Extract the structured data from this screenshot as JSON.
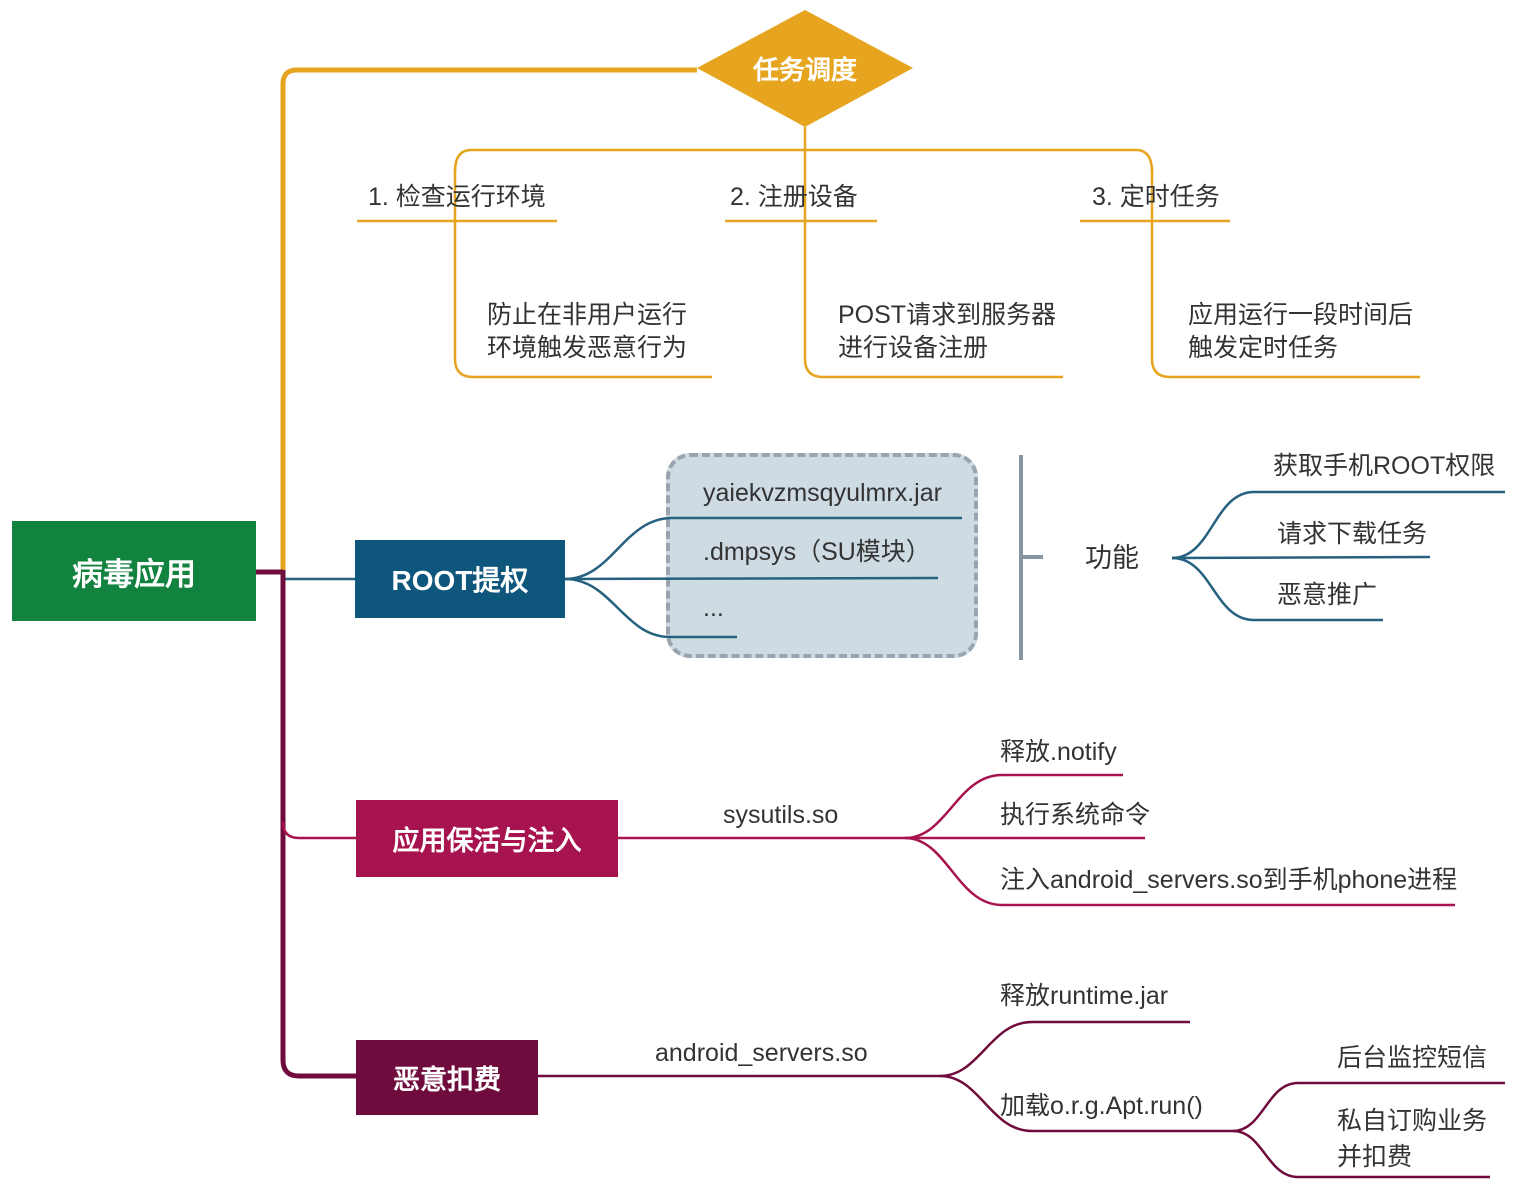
{
  "root": {
    "label": "病毒应用"
  },
  "task_scheduling": {
    "label": "任务调度",
    "children": [
      {
        "label": "1. 检查运行环境",
        "note": "防止在非用户运行\n环境触发恶意行为"
      },
      {
        "label": "2. 注册设备",
        "note": "POST请求到服务器\n进行设备注册"
      },
      {
        "label": "3. 定时任务",
        "note": "应用运行一段时间后\n触发定时任务"
      }
    ]
  },
  "root_escalation": {
    "label": "ROOT提权",
    "payloads": [
      "yaiekvzmsqyulmrx.jar",
      ".dmpsys（SU模块）",
      "..."
    ],
    "functions_label": "功能",
    "functions": [
      "获取手机ROOT权限",
      "请求下载任务",
      "恶意推广"
    ]
  },
  "keepalive": {
    "label": "应用保活与注入",
    "module": "sysutils.so",
    "actions": [
      "释放.notify",
      "执行系统命令",
      "注入android_servers.so到手机phone进程"
    ]
  },
  "deduction": {
    "label": "恶意扣费",
    "module": "android_servers.so",
    "actions": [
      "释放runtime.jar",
      "加载o.r.g.Apt.run()"
    ],
    "sub_actions": [
      "后台监控短信",
      "私自订购业务\n并扣费"
    ]
  },
  "colors": {
    "orange": "#E6A41F",
    "green": "#12823F",
    "blue_box": "#0F567D",
    "blue_line": "#26617F",
    "magenta": "#A7134E",
    "wine": "#6F0C3D",
    "gray_bracket": "#8A95A3"
  }
}
